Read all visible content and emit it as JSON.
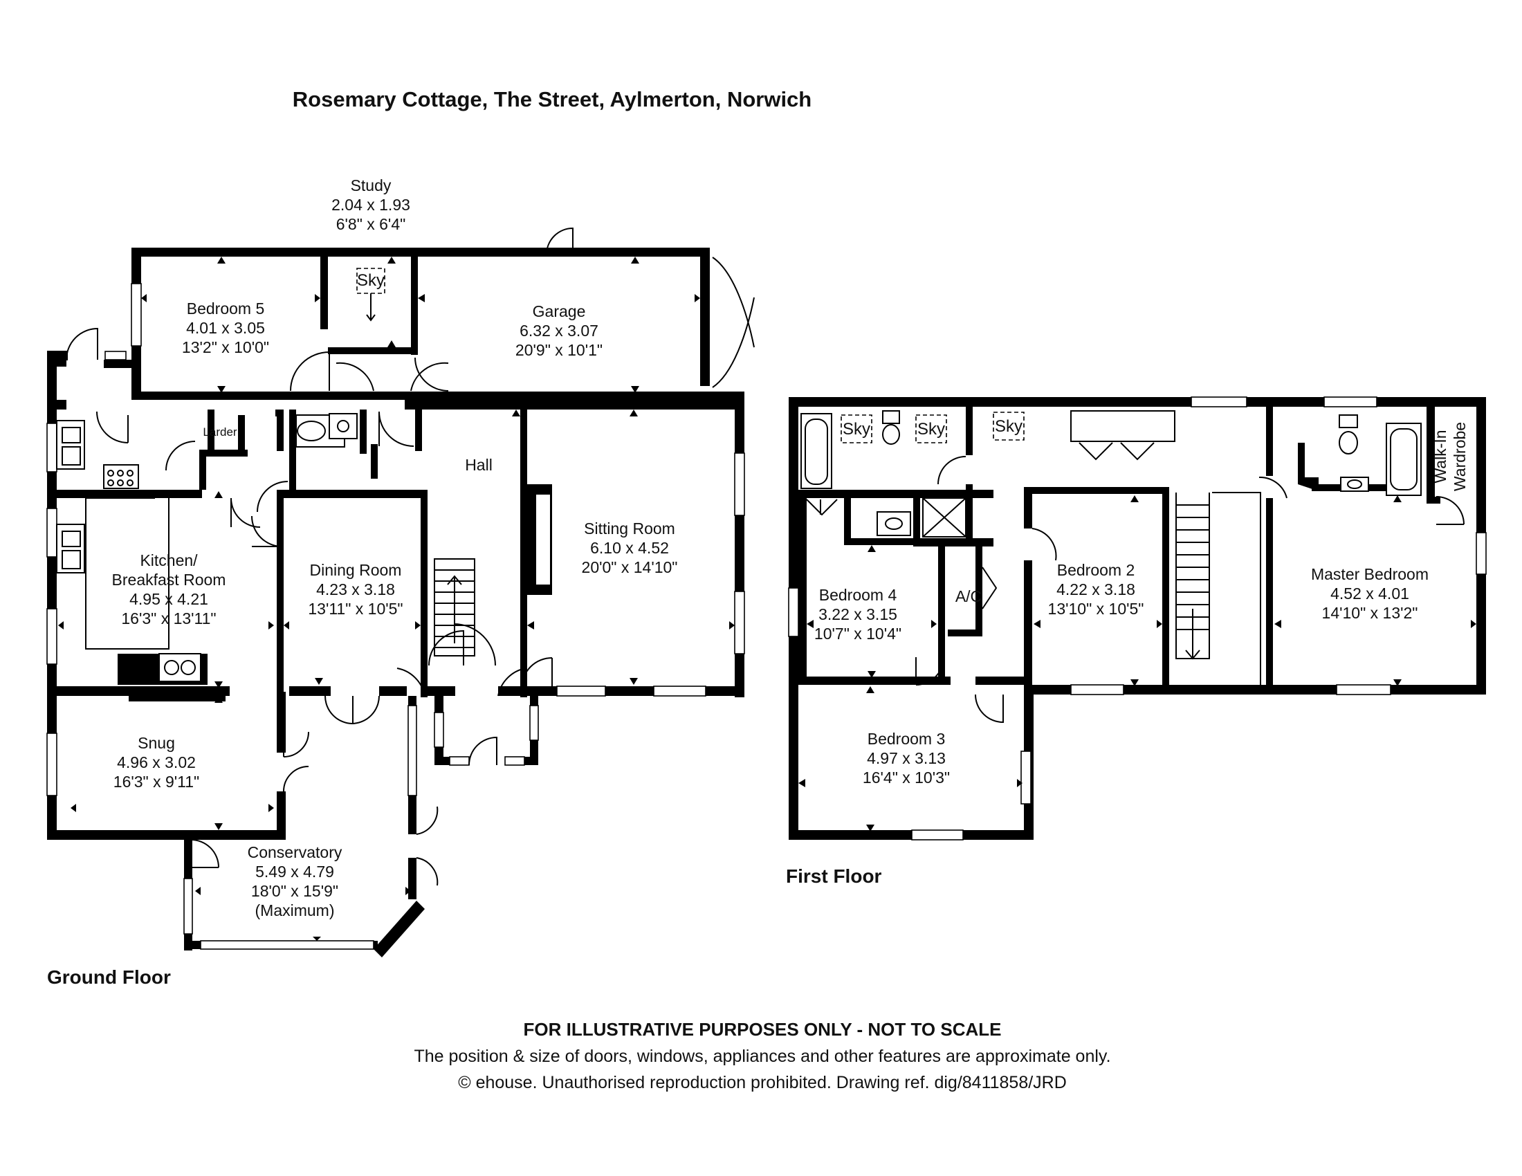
{
  "title": "Rosemary Cottage, The Street, Aylmerton, Norwich",
  "floors": {
    "ground": "Ground Floor",
    "first": "First Floor"
  },
  "rooms": {
    "study": {
      "name": "Study",
      "metric": "2.04 x 1.93",
      "imperial": "6'8\" x 6'4\""
    },
    "bedroom5": {
      "name": "Bedroom 5",
      "metric": "4.01 x 3.05",
      "imperial": "13'2\" x 10'0\""
    },
    "garage": {
      "name": "Garage",
      "metric": "6.32 x 3.07",
      "imperial": "20'9\" x 10'1\""
    },
    "kitchen": {
      "name1": "Kitchen/",
      "name2": "Breakfast Room",
      "metric": "4.95 x 4.21",
      "imperial": "16'3\" x 13'11\""
    },
    "dining": {
      "name": "Dining Room",
      "metric": "4.23 x 3.18",
      "imperial": "13'11\" x 10'5\""
    },
    "hall": {
      "name": "Hall"
    },
    "sitting": {
      "name": "Sitting Room",
      "metric": "6.10 x 4.52",
      "imperial": "20'0\" x 14'10\""
    },
    "snug": {
      "name": "Snug",
      "metric": "4.96 x 3.02",
      "imperial": "16'3\" x 9'11\""
    },
    "conservatory": {
      "name": "Conservatory",
      "metric": "5.49 x 4.79",
      "imperial": "18'0\" x 15'9\"",
      "note": "(Maximum)"
    },
    "larder": {
      "name": "Larder"
    },
    "bedroom4": {
      "name": "Bedroom 4",
      "metric": "3.22 x 3.15",
      "imperial": "10'7\" x 10'4\""
    },
    "bedroom2": {
      "name": "Bedroom 2",
      "metric": "4.22 x 3.18",
      "imperial": "13'10\" x 10'5\""
    },
    "master": {
      "name": "Master Bedroom",
      "metric": "4.52 x 4.01",
      "imperial": "14'10\" x 13'2\""
    },
    "bedroom3": {
      "name": "Bedroom 3",
      "metric": "4.97 x 3.13",
      "imperial": "16'4\" x 10'3\""
    },
    "ac": {
      "name": "A/C"
    },
    "wardrobe": {
      "line1": "Walk-In",
      "line2": "Wardrobe"
    }
  },
  "skylight_label": "Sky",
  "disclaimer": {
    "heading": "FOR ILLUSTRATIVE PURPOSES ONLY - NOT TO SCALE",
    "line1": "The position & size of doors, windows, appliances and other features are approximate only.",
    "line2": "© ehouse. Unauthorised reproduction prohibited. Drawing ref. dig/8411858/JRD"
  }
}
